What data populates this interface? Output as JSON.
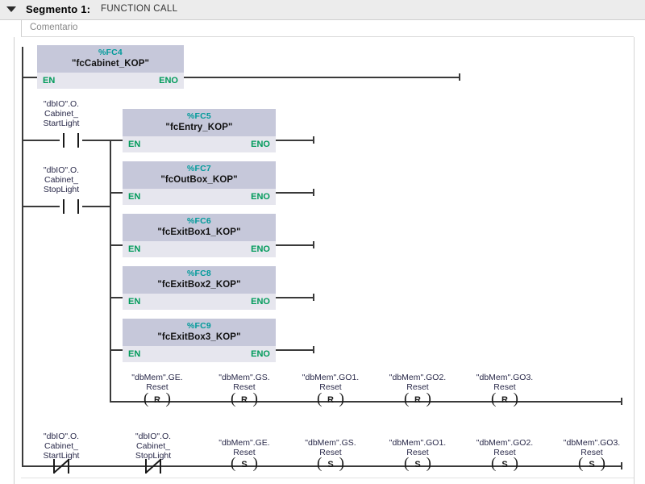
{
  "header": {
    "collapse_icon": "triangle-down-icon",
    "segment_title": "Segmento 1:",
    "segment_subtitle": "FUNCTION CALL",
    "comment_placeholder": "Comentario"
  },
  "ladder": {
    "blocks": [
      {
        "number": "%FC4",
        "name": "\"fcCabinet_KOP\"",
        "en": "EN",
        "eno": "ENO"
      },
      {
        "number": "%FC5",
        "name": "\"fcEntry_KOP\"",
        "en": "EN",
        "eno": "ENO"
      },
      {
        "number": "%FC7",
        "name": "\"fcOutBox_KOP\"",
        "en": "EN",
        "eno": "ENO"
      },
      {
        "number": "%FC6",
        "name": "\"fcExitBox1_KOP\"",
        "en": "EN",
        "eno": "ENO"
      },
      {
        "number": "%FC8",
        "name": "\"fcExitBox2_KOP\"",
        "en": "EN",
        "eno": "ENO"
      },
      {
        "number": "%FC9",
        "name": "\"fcExitBox3_KOP\"",
        "en": "EN",
        "eno": "ENO"
      }
    ],
    "branch_contacts": [
      {
        "type": "no-contact",
        "label": "\"dbIO\".O.\nCabinet_\nStartLight"
      },
      {
        "type": "no-contact",
        "label": "\"dbIO\".O.\nCabinet_\nStopLight"
      }
    ],
    "reset_row": {
      "coil_letter": "R",
      "coils": [
        {
          "label": "\"dbMem\".GE.\nReset"
        },
        {
          "label": "\"dbMem\".GS.\nReset"
        },
        {
          "label": "\"dbMem\".GO1.\nReset"
        },
        {
          "label": "\"dbMem\".GO2.\nReset"
        },
        {
          "label": "\"dbMem\".GO3.\nReset"
        }
      ]
    },
    "set_row": {
      "coil_letter": "S",
      "contacts": [
        {
          "type": "nc-contact",
          "label": "\"dbIO\".O.\nCabinet_\nStartLight"
        },
        {
          "type": "nc-contact",
          "label": "\"dbIO\".O.\nCabinet_\nStopLight"
        }
      ],
      "coils": [
        {
          "label": "\"dbMem\".GE.\nReset"
        },
        {
          "label": "\"dbMem\".GS.\nReset"
        },
        {
          "label": "\"dbMem\".GO1.\nReset"
        },
        {
          "label": "\"dbMem\".GO2.\nReset"
        },
        {
          "label": "\"dbMem\".GO3.\nReset"
        }
      ]
    }
  },
  "colors": {
    "header_bar": "#ececec",
    "block_header": "#c6c8da",
    "block_body": "#e6e6ee",
    "fc_number": "#009a9a",
    "pin_label": "#009a5a",
    "wire": "#3a3a3a",
    "label_text": "#2a2a4a"
  }
}
